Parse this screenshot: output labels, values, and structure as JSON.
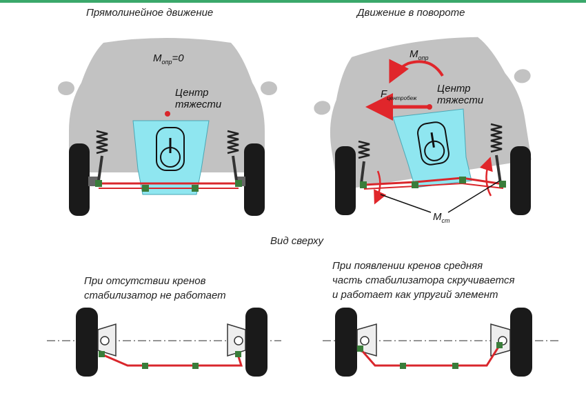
{
  "captions": {
    "straight": "Прямолинейное движение",
    "turn": "Движение в повороте",
    "top_view": "Вид сверху",
    "no_roll": [
      "При отсутствии кренов",
      "стабилизатор не работает"
    ],
    "roll": [
      "При появлении кренов средняя",
      "часть стабилизатора скручивается",
      "и работает как упругий элемент"
    ]
  },
  "labels": {
    "m_left_main": "M",
    "m_left_sub": "опр",
    "m_left_eq": "=0",
    "center_left": [
      "Центр",
      "тяжести"
    ],
    "m_right_main": "M",
    "m_right_sub": "опр",
    "f_main": "F",
    "f_sub": "центробеж",
    "center_right": [
      "Центр",
      "тяжести"
    ],
    "m_bottom_main": "M",
    "m_bottom_sub": "ст"
  },
  "colors": {
    "body": "#c2c2c2",
    "engine": "#8fe6f0",
    "bar": "#d9262b",
    "mount": "#3a7d3a",
    "arrow": "#e0262b",
    "tire": "#1a1a1a"
  }
}
